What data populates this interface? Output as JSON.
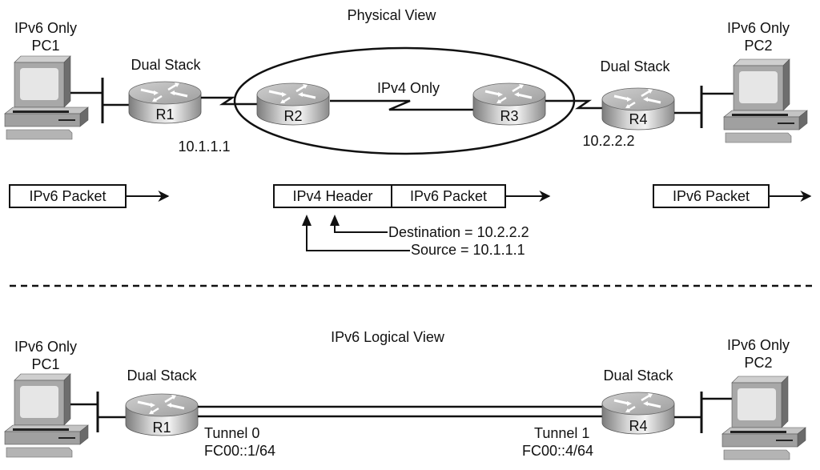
{
  "physical_view": {
    "title": "Physical View",
    "pc1": {
      "line1": "IPv6 Only",
      "line2": "PC1"
    },
    "pc2": {
      "line1": "IPv6 Only",
      "line2": "PC2"
    },
    "r1": {
      "role": "Dual Stack",
      "name": "R1",
      "address": "10.1.1.1"
    },
    "r2": {
      "name": "R2"
    },
    "r3": {
      "name": "R3"
    },
    "r4": {
      "role": "Dual Stack",
      "name": "R4",
      "address": "10.2.2.2"
    },
    "cloud_label": "IPv4 Only"
  },
  "packets": {
    "left": "IPv6 Packet",
    "middle_header": "IPv4 Header",
    "middle_payload": "IPv6 Packet",
    "right": "IPv6 Packet",
    "destination": "Destination = 10.2.2.2",
    "source": "Source = 10.1.1.1"
  },
  "logical_view": {
    "title": "IPv6 Logical View",
    "pc1": {
      "line1": "IPv6 Only",
      "line2": "PC1"
    },
    "pc2": {
      "line1": "IPv6 Only",
      "line2": "PC2"
    },
    "r1": {
      "role": "Dual Stack",
      "name": "R1",
      "tunnel": "Tunnel 0",
      "address": "FC00::1/64"
    },
    "r4": {
      "role": "Dual Stack",
      "name": "R4",
      "tunnel": "Tunnel 1",
      "address": "FC00::4/64"
    }
  }
}
